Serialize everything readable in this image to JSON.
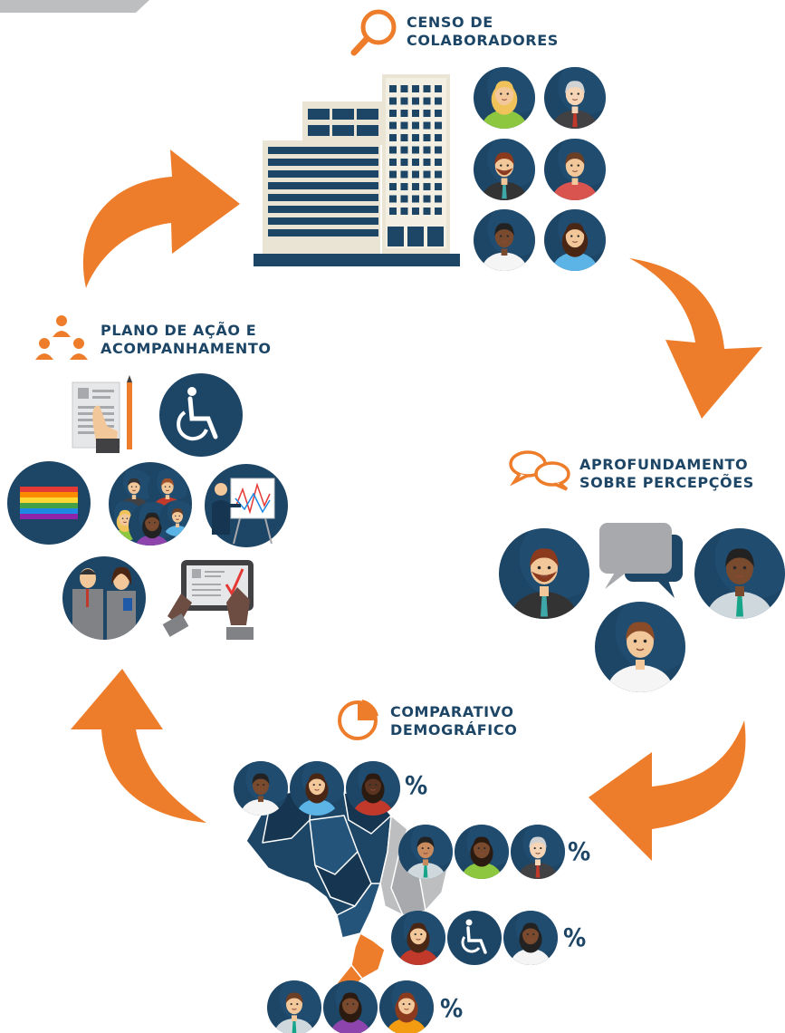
{
  "colors": {
    "navy": "#1d4566",
    "navy_dark": "#153550",
    "orange": "#ee7d2b",
    "gray": "#bcbec0",
    "building_light": "#e9e4d4"
  },
  "sections": {
    "censo": {
      "line1": "CENSO DE",
      "line2": "COLABORADORES",
      "icon": "magnifier-icon"
    },
    "aprofundamento": {
      "line1": "APROFUNDAMENTO",
      "line2": "SOBRE PERCEPÇÕES",
      "icon": "chat-bubbles-icon"
    },
    "comparativo": {
      "line1": "COMPARATIVO",
      "line2": "DEMOGRÁFICO",
      "icon": "pie-chart-icon"
    },
    "plano": {
      "line1": "PLANO DE AÇÃO E",
      "line2": "ACOMPANHAMENTO",
      "icon": "team-icon"
    }
  },
  "percent_labels": [
    "%",
    "%",
    "%",
    "%"
  ]
}
